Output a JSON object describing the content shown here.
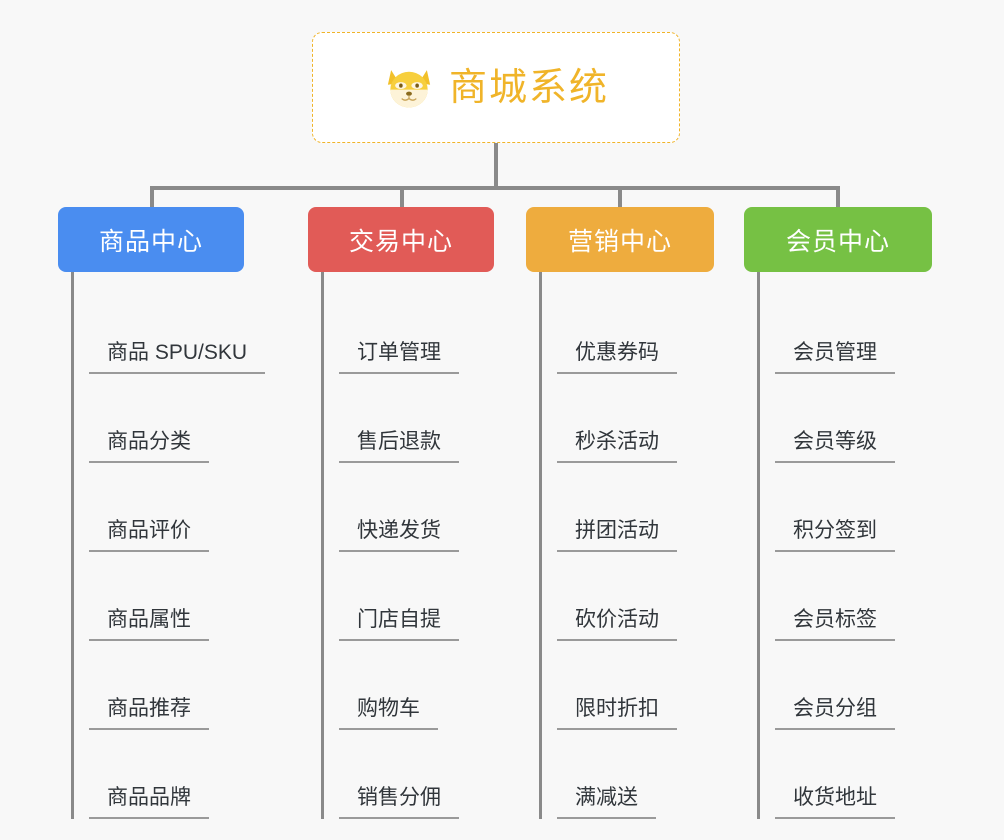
{
  "page": {
    "background_color": "#f8f8f8"
  },
  "root": {
    "title": "商城系统",
    "icon": "shiba-dog-icon",
    "border_color": "#f0b429",
    "text_color": "#f0b429"
  },
  "connectors": {
    "color": "#8a8a8a"
  },
  "columns": [
    {
      "title": "商品中心",
      "color": "#4a8df0",
      "color_class": "cat-blue",
      "items": [
        "商品 SPU/SKU",
        "商品分类",
        "商品评价",
        "商品属性",
        "商品推荐",
        "商品品牌"
      ]
    },
    {
      "title": "交易中心",
      "color": "#e15b57",
      "color_class": "cat-red",
      "items": [
        "订单管理",
        "售后退款",
        "快递发货",
        "门店自提",
        "购物车",
        "销售分佣"
      ]
    },
    {
      "title": "营销中心",
      "color": "#eeac3e",
      "color_class": "cat-orange",
      "items": [
        "优惠券码",
        "秒杀活动",
        "拼团活动",
        "砍价活动",
        "限时折扣",
        "满减送"
      ]
    },
    {
      "title": "会员中心",
      "color": "#76c144",
      "color_class": "cat-green",
      "items": [
        "会员管理",
        "会员等级",
        "积分签到",
        "会员标签",
        "会员分组",
        "收货地址"
      ]
    }
  ]
}
